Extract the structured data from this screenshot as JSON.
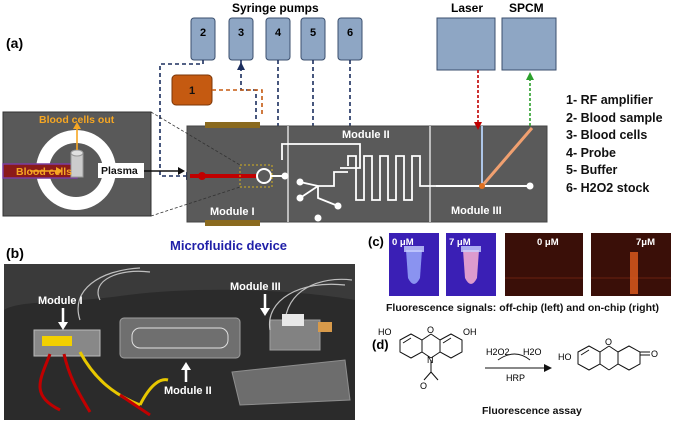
{
  "panels": {
    "a": "(a)",
    "b": "(b)",
    "c": "(c)",
    "d": "(d)"
  },
  "pumps": {
    "title": "Syringe pumps",
    "ids": [
      "2",
      "3",
      "4",
      "5",
      "6"
    ],
    "rf_id": "1"
  },
  "optics": {
    "laser": "Laser",
    "spcm": "SPCM"
  },
  "legend": [
    "1- RF amplifier",
    "2- Blood sample",
    "3- Blood cells",
    "4- Probe",
    "5- Buffer",
    "6- H2O2 stock"
  ],
  "inset": {
    "blood_cells_out": "Blood cells out",
    "blood_cells": "Blood cells",
    "plasma": "Plasma"
  },
  "modules": {
    "m1": "Module I",
    "m2": "Module II",
    "m3": "Module III"
  },
  "device_caption": "Microfluidic device",
  "photo_labels": {
    "m1": "Module I",
    "m2": "Module II",
    "m3": "Module III"
  },
  "fluorescence": {
    "tube_left": "0 μM",
    "tube_right": "7 μM",
    "chip_left": "0 μM",
    "chip_right": "7μM",
    "caption": "Fluorescence signals: off-chip (left) and on-chip (right)"
  },
  "assay": {
    "reagent": "H2O2",
    "product": "H2O",
    "enzyme": "HRP",
    "ho_left": "HO",
    "oh_left": "OH",
    "o_ring": "O",
    "n_ring": "N",
    "o_acetyl": "O",
    "ho_right": "HO",
    "o_right_ring": "O",
    "o_keto": "O",
    "caption": "Fluorescence assay"
  },
  "colors": {
    "module_bg": "#5a5a5a",
    "pump_box": "#8ea6c4",
    "rf_box": "#c55a11",
    "blood_red": "#c00000",
    "device_caption": "#1f1fa8",
    "laser_line": "#c00000",
    "spcm_line": "#2ca02c",
    "orange_text": "#f5a623",
    "fluor_tube": "#3a1fb5",
    "chip_bg": "#3a0f08"
  }
}
